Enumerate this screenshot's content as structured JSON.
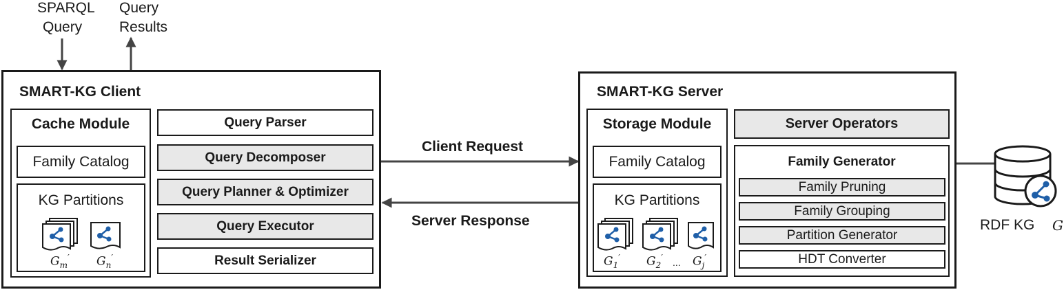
{
  "io": {
    "sparql_query": [
      "SPARQL",
      "Query"
    ],
    "query_results": [
      "Query",
      "Results"
    ]
  },
  "client": {
    "title": "SMART-KG Client",
    "cache_module": {
      "title": "Cache Module",
      "family_catalog": "Family Catalog",
      "kg_partitions": "KG Partitions",
      "partition_labels": [
        {
          "base": "G",
          "sub": "m",
          "sup": "′"
        },
        {
          "base": "G",
          "sub": "n",
          "sup": "′"
        }
      ]
    },
    "components": [
      "Query Parser",
      "Query Decomposer",
      "Query Planner & Optimizer",
      "Query Executor",
      "Result Serializer"
    ]
  },
  "links": {
    "client_request": "Client Request",
    "server_response": "Server Response"
  },
  "server": {
    "title": "SMART-KG Server",
    "storage_module": {
      "title": "Storage Module",
      "family_catalog": "Family Catalog",
      "kg_partitions": "KG Partitions",
      "partition_labels": [
        {
          "base": "G",
          "sub": "1",
          "sup": "′"
        },
        {
          "base": "G",
          "sub": "2",
          "sup": "′"
        },
        {
          "base": "G",
          "sub": "j",
          "sup": "′"
        }
      ],
      "ellipsis": "..."
    },
    "server_operators": "Server Operators",
    "family_generator": {
      "title": "Family Generator",
      "steps": [
        "Family Pruning",
        "Family Grouping",
        "Partition Generator",
        "HDT Converter"
      ]
    }
  },
  "rdf_kg": {
    "label": "RDF KG",
    "symbol": "G"
  },
  "icons": {
    "document": "graph-document-icon",
    "database": "database-icon"
  },
  "colors": {
    "stroke": "#1a1a1a",
    "shaded_box": "#e8e8e8",
    "arrow": "#444444",
    "graph_node": "#1f5fa8"
  }
}
